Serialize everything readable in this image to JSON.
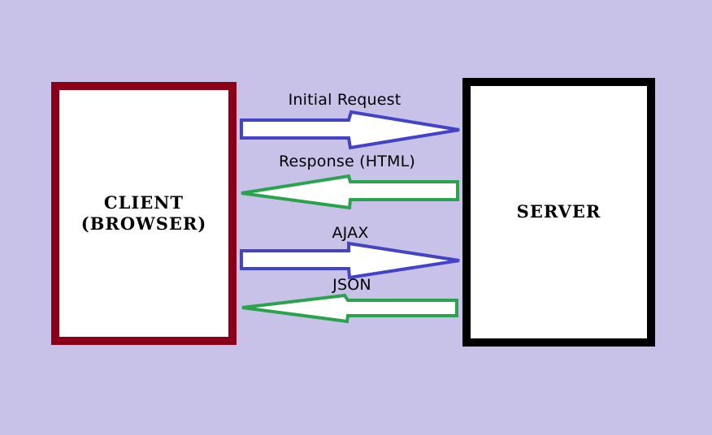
{
  "diagram": {
    "title": "client-server-communication-diagram"
  },
  "colors": {
    "background": "#c8c1e8",
    "box_fill": "#ffffff",
    "client_border": "#8b0019",
    "server_border": "#000000",
    "arrow_request": "#4343c8",
    "arrow_response": "#2aa34d",
    "text": "#000000"
  },
  "client": {
    "line1": "CLIENT",
    "line2": "(BROWSER)"
  },
  "server": {
    "label": "SERVER"
  },
  "arrows": [
    {
      "label": "Initial Request",
      "direction": "right",
      "from": "client",
      "to": "server",
      "color": "#4343c8"
    },
    {
      "label": "Response (HTML)",
      "direction": "left",
      "from": "server",
      "to": "client",
      "color": "#2aa34d"
    },
    {
      "label": "AJAX",
      "direction": "right",
      "from": "client",
      "to": "server",
      "color": "#4343c8"
    },
    {
      "label": "JSON",
      "direction": "left",
      "from": "server",
      "to": "client",
      "color": "#2aa34d"
    }
  ]
}
